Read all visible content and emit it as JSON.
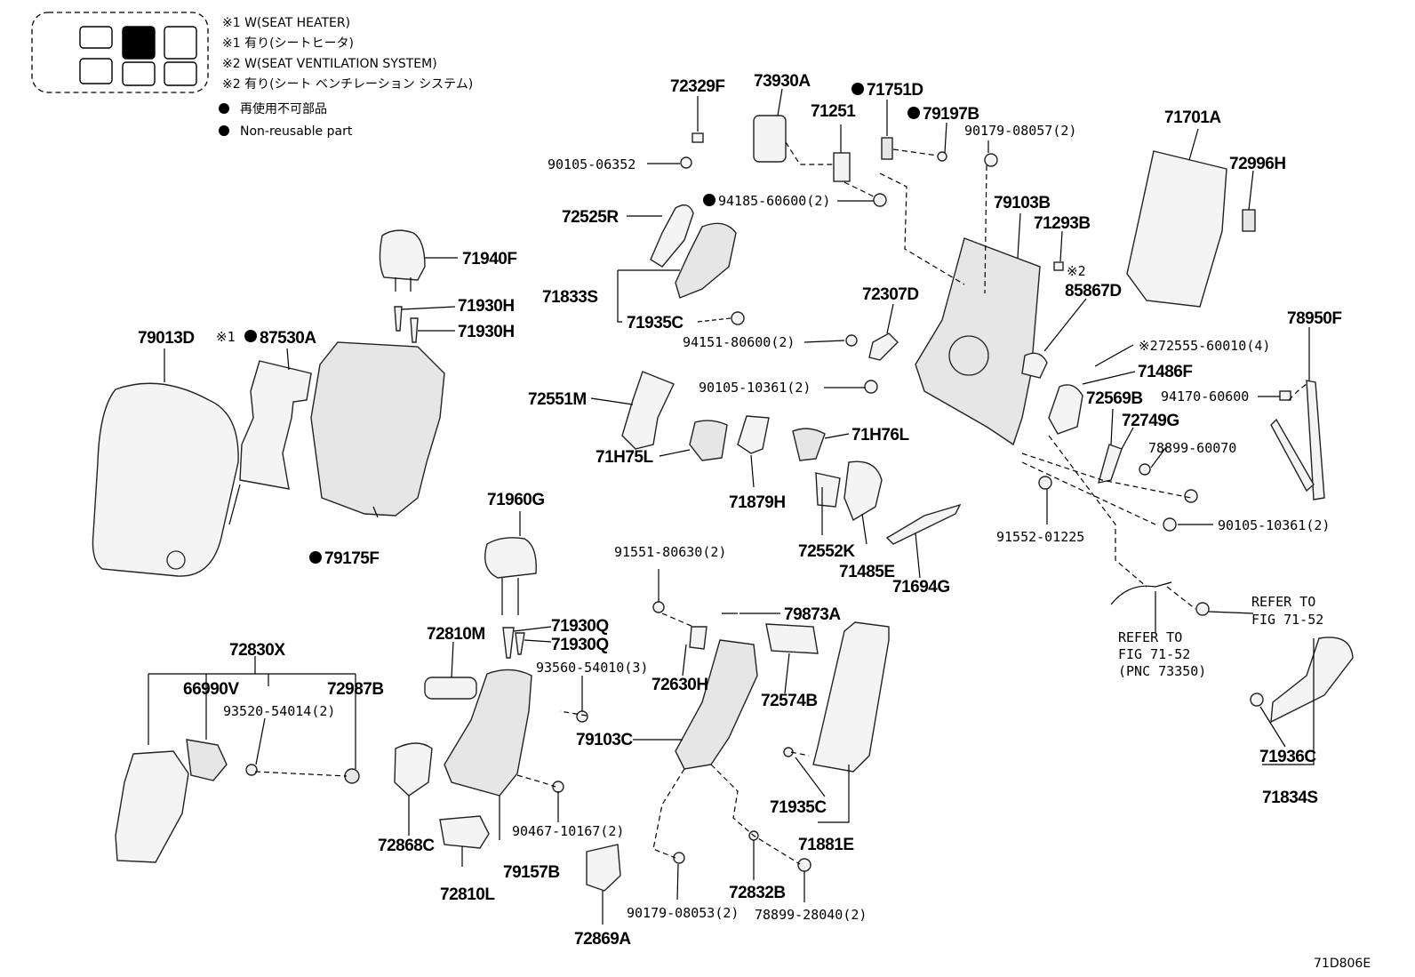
{
  "legend": {
    "lines": [
      "※1 W(SEAT HEATER)",
      "※1 有り(シートヒータ)",
      "※2 W(SEAT VENTILATION  SYSTEM)",
      "※2 有り(シート ベンチレーション システム)",
      "再使用不可部品",
      "Non-reusable part"
    ]
  },
  "labels": {
    "p72329F": "72329F",
    "p73930A": "73930A",
    "p71751D": "71751D",
    "p71251": "71251",
    "p79197B": "79197B",
    "p90179_08057": "90179-08057(2)",
    "p71701A": "71701A",
    "p72996H": "72996H",
    "p90105_06352": "90105-06352",
    "p94185_60600": "94185-60600(2)",
    "p72525R": "72525R",
    "p79103B": "79103B",
    "p71293B": "71293B",
    "p85867D": "85867D",
    "p71940F": "71940F",
    "p71833S": "71833S",
    "p71935C": "71935C",
    "p72307D": "72307D",
    "p71930H_a": "71930H",
    "p71930H_b": "71930H",
    "p79013D": "79013D",
    "p87530A": "87530A",
    "p94151_80600": "94151-80600(2)",
    "p72555_60010": "72555-60010(4)",
    "p78950F": "78950F",
    "p71486F": "71486F",
    "p72551M": "72551M",
    "p90105_10361_a": "90105-10361(2)",
    "p72569B": "72569B",
    "p94170_60600": "94170-60600",
    "p72749G": "72749G",
    "p71H76L": "71H76L",
    "p71H75L": "71H75L",
    "p78899_60070": "78899-60070",
    "p71879H": "71879H",
    "p79175F": "79175F",
    "p71960G": "71960G",
    "p72552K": "72552K",
    "p71485E": "71485E",
    "p91552_01225": "91552-01225",
    "p90105_10361_b": "90105-10361(2)",
    "p71694G": "71694G",
    "p91551_80630": "91551-80630(2)",
    "p79873A": "79873A",
    "p71930Q_a": "71930Q",
    "p71930Q_b": "71930Q",
    "p72810M": "72810M",
    "p72830X": "72830X",
    "p93560_54010": "93560-54010(3)",
    "p72630H": "72630H",
    "p72574B": "72574B",
    "p66990V": "66990V",
    "p72987B": "72987B",
    "p93520_54014": "93520-54014(2)",
    "p79103C": "79103C",
    "p71936C": "71936C",
    "p71935C_b": "71935C",
    "p71834S": "71834S",
    "p71881E": "71881E",
    "p72868C": "72868C",
    "p90467_10167": "90467-10167(2)",
    "p79157B": "79157B",
    "p72810L": "72810L",
    "p72832B": "72832B",
    "p90179_08053": "90179-08053(2)",
    "p78899_28040": "78899-28040(2)",
    "p72869A": "72869A"
  },
  "marks": {
    "note1": "※1",
    "note2a": "※2",
    "note2b": "※2"
  },
  "refers": {
    "r1": [
      "REFER TO",
      "FIG 71-52"
    ],
    "r2": [
      "REFER TO",
      "FIG 71-52",
      "(PNC 73350)"
    ]
  },
  "figure_id": "71D806E"
}
